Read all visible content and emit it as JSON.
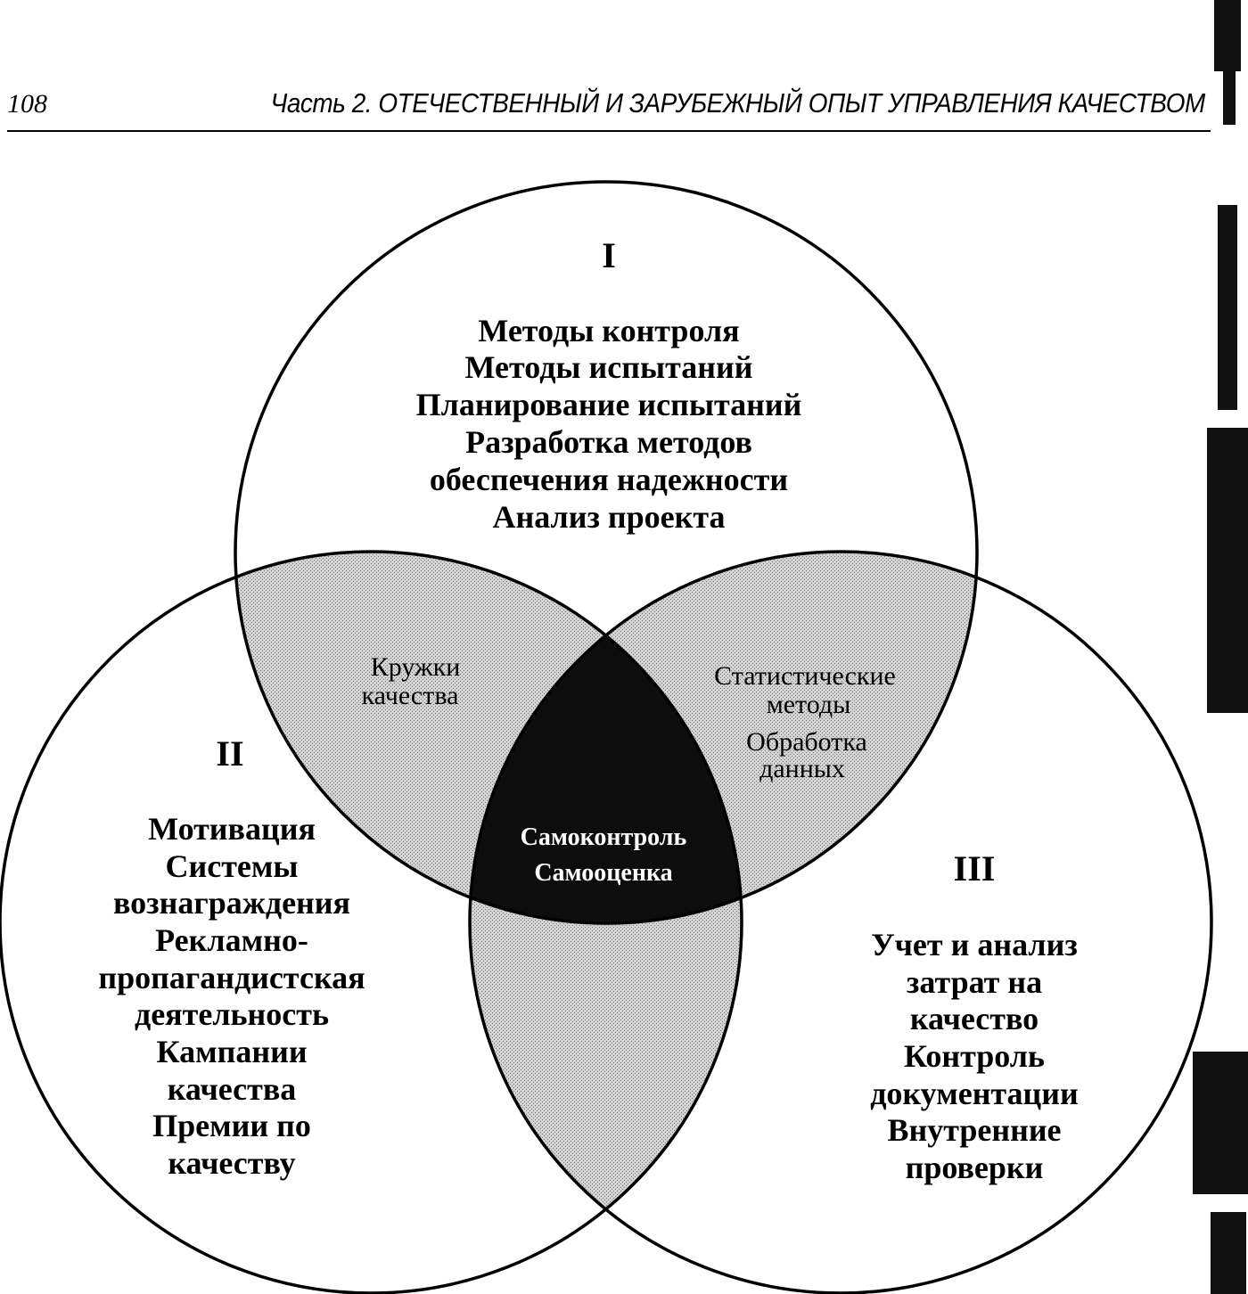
{
  "header": {
    "page_number": "108",
    "running_head": "Часть 2. ОТЕЧЕСТВЕННЫЙ И ЗАРУБЕЖНЫЙ ОПЫТ УПРАВЛЕНИЯ КАЧЕСТВОМ"
  },
  "diagram": {
    "circle_1": {
      "numeral": "I",
      "items": [
        "Методы контроля",
        "Методы испытаний",
        "Планирование испытаний",
        "Разработка методов",
        "обеспечения надежности",
        "Анализ проекта"
      ]
    },
    "circle_2": {
      "numeral": "II",
      "items": [
        "Мотивация",
        "Системы",
        "вознаграждения",
        "Рекламно-",
        "пропагандистская",
        "деятельность",
        "Кампании",
        "качества",
        "Премии по",
        "качеству"
      ]
    },
    "circle_3": {
      "numeral": "III",
      "items": [
        "Учет и анализ",
        "затрат на",
        "качество",
        "Контроль",
        "документации",
        "Внутренние",
        "проверки"
      ]
    },
    "overlap_1_2": [
      "Кружки",
      "качества"
    ],
    "overlap_1_3": [
      "Статистические",
      "методы",
      "Обработка",
      "данных"
    ],
    "overlap_center": [
      "Самоконтроль",
      "Самооценка"
    ]
  },
  "colors": {
    "overlap_fill": "#c4c4c4",
    "center_fill": "#0d0d0d",
    "line": "#000000"
  }
}
